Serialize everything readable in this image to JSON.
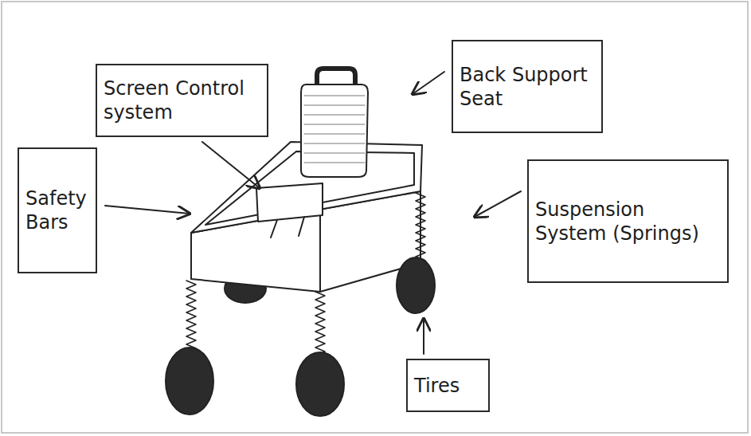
{
  "diagram": {
    "nodes": [
      {
        "text": [
          "Screen Control system"
        ]
      },
      {
        "text": [
          "Back Support Seat"
        ]
      },
      {
        "text": [
          "Safety Bars"
        ]
      },
      {
        "text": [
          "Suspension System (Springs)"
        ]
      },
      {
        "text": [
          "Tires"
        ]
      }
    ]
  }
}
